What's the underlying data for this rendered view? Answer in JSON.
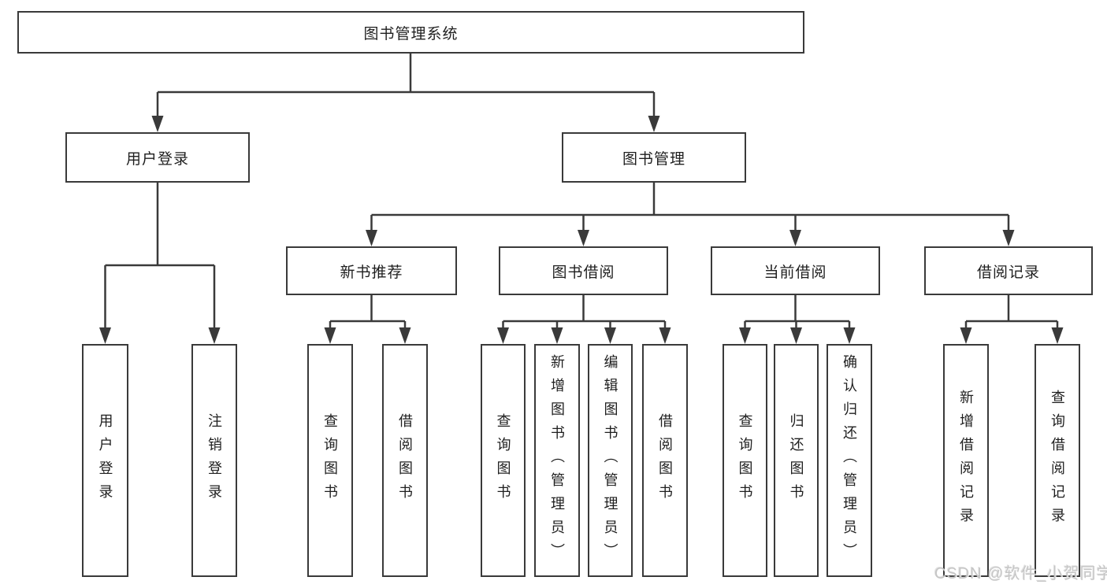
{
  "diagram": {
    "root": {
      "label": "图书管理系统"
    },
    "level1": [
      {
        "label": "用户登录",
        "children": [
          {
            "label": "用户登录"
          },
          {
            "label": "注销登录"
          }
        ]
      },
      {
        "label": "图书管理",
        "children": [
          {
            "label": "新书推荐",
            "children": [
              {
                "label": "查询图书"
              },
              {
                "label": "借阅图书"
              }
            ]
          },
          {
            "label": "图书借阅",
            "children": [
              {
                "label": "查询图书"
              },
              {
                "label": "新增图书（管理员）"
              },
              {
                "label": "编辑图书（管理员）"
              },
              {
                "label": "借阅图书"
              }
            ]
          },
          {
            "label": "当前借阅",
            "children": [
              {
                "label": "查询图书"
              },
              {
                "label": "归还图书"
              },
              {
                "label": "确认归还（管理员）"
              }
            ]
          },
          {
            "label": "借阅记录",
            "children": [
              {
                "label": "新增借阅记录"
              },
              {
                "label": "查询借阅记录"
              }
            ]
          }
        ]
      }
    ]
  },
  "watermark": {
    "text": "CSDN @软件_小贺同学"
  },
  "colors": {
    "line": "#3a3a3a",
    "text": "#1f1f1f",
    "background": "#ffffff",
    "watermark": "#c6c6c6"
  }
}
